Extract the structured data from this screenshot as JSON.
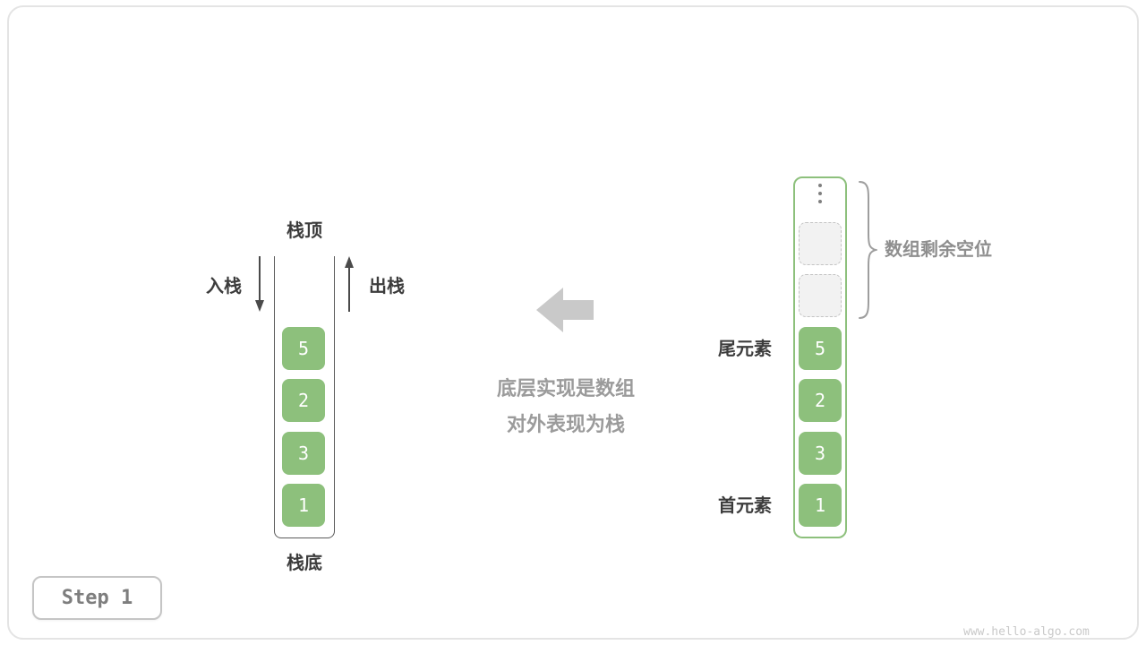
{
  "colors": {
    "cell_green": "#8DC07C",
    "dark_label": "#3C3C3C",
    "gray_text": "#9B9B9B",
    "arrow_gray": "#C9C9C9",
    "frame_border": "#E4E4E4"
  },
  "icons": {
    "push_arrow": "arrow-down",
    "pop_arrow": "arrow-up",
    "transform_arrow": "arrow-left",
    "remaining_brace": "curly-brace-right",
    "more_items": "vertical-ellipsis"
  },
  "stack": {
    "top_label": "栈顶",
    "bottom_label": "栈底",
    "push_label": "入栈",
    "pop_label": "出栈",
    "values": [
      "5",
      "2",
      "3",
      "1"
    ]
  },
  "caption": {
    "line1": "底层实现是数组",
    "line2": "对外表现为栈"
  },
  "array": {
    "tail_label": "尾元素",
    "head_label": "首元素",
    "remaining_label": "数组剩余空位",
    "empty_slot_count": 2,
    "values": [
      "5",
      "2",
      "3",
      "1"
    ]
  },
  "step_badge": {
    "label": "Step 1"
  },
  "watermark": "www.hello-algo.com"
}
